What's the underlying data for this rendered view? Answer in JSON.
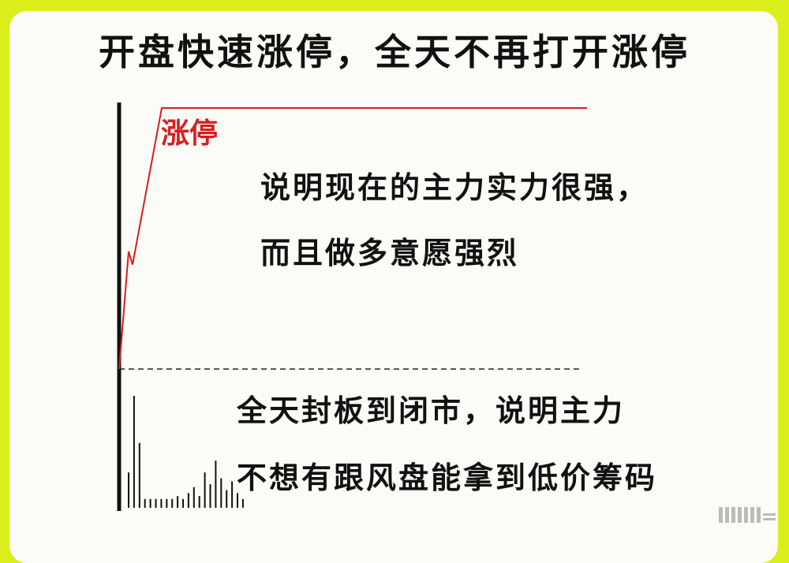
{
  "title": "开盘快速涨停，全天不再打开涨停",
  "limit_up_label": "涨停",
  "annotation_top": {
    "line1": "说明现在的主力实力很强，",
    "line2": "而且做多意愿强烈"
  },
  "annotation_bottom": {
    "line1": "全天封板到闭市，说明主力",
    "line2": "不想有跟风盘能拿到低价筹码"
  },
  "colors": {
    "background": "#d9ee1a",
    "price_line": "#d61e1e",
    "limit_label": "#d61e1e",
    "text": "#111111"
  },
  "chart_data": {
    "type": "line",
    "series": [
      {
        "values": [
          0,
          45,
          40,
          100,
          100,
          100
        ]
      }
    ],
    "volume": [
      12,
      38,
      22,
      3,
      3,
      3,
      3,
      3,
      3,
      4,
      3,
      5,
      7,
      4,
      12,
      8,
      16,
      10,
      6,
      9,
      5,
      3
    ]
  }
}
